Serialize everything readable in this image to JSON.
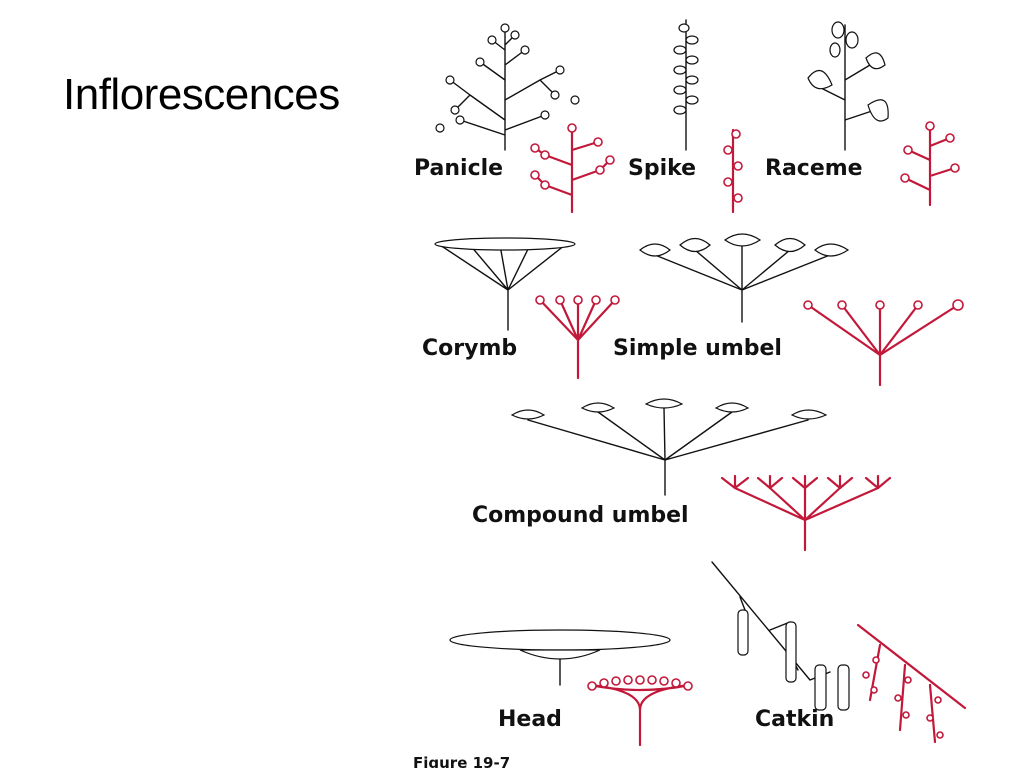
{
  "slide": {
    "title": "Inflorescences"
  },
  "figure": {
    "labels": {
      "panicle": "Panicle",
      "spike": "Spike",
      "raceme": "Raceme",
      "corymb": "Corymb",
      "simple_umbel": "Simple umbel",
      "compound_umbel": "Compound umbel",
      "head": "Head",
      "catkin": "Catkin"
    },
    "caption": "Figure 19-7"
  },
  "colors": {
    "diagram_red": "#c2183a",
    "illustration_ink": "#111111"
  }
}
